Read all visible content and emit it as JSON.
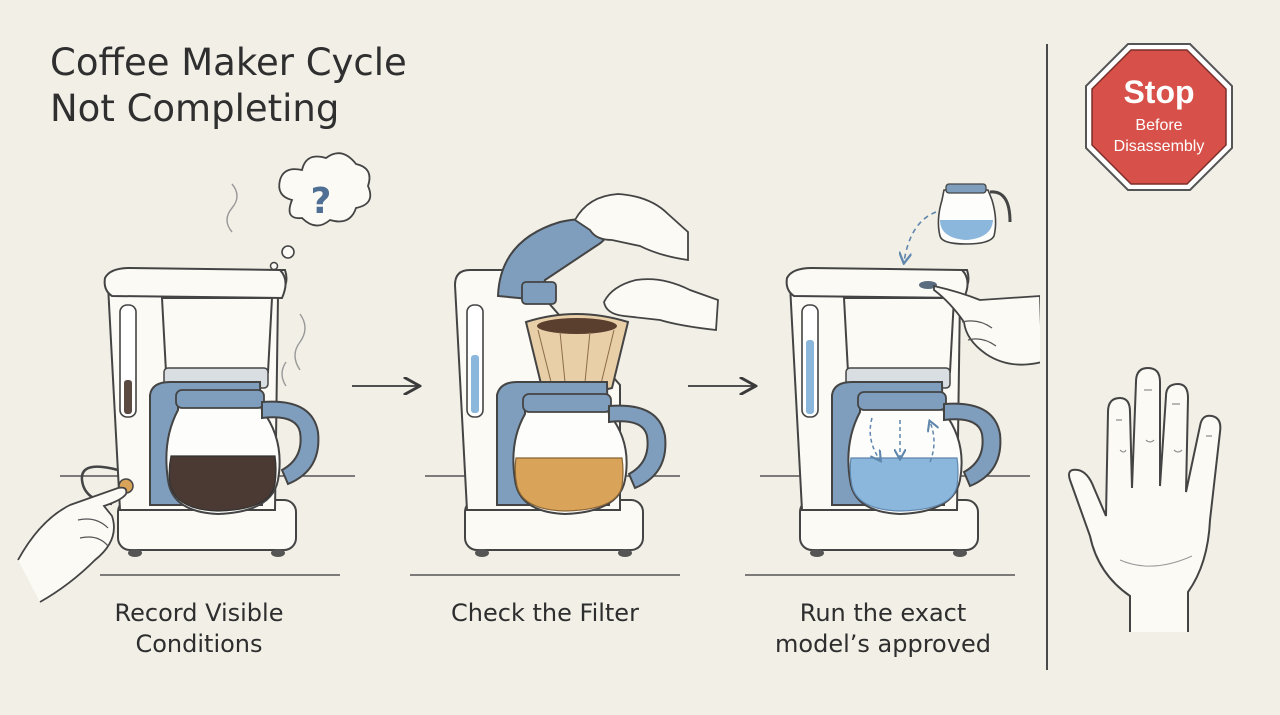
{
  "title": {
    "line1": "Coffee Maker Cycle",
    "line2": "Not Completing"
  },
  "steps": [
    {
      "caption_line1": "Record Visible",
      "caption_line2": "Conditions"
    },
    {
      "caption_line1": "Check the Filter",
      "caption_line2": ""
    },
    {
      "caption_line1": "Run the exact",
      "caption_line2": "model’s approved"
    }
  ],
  "stop_sign": {
    "main": "Stop",
    "sub_line1": "Before",
    "sub_line2": "Disassembly",
    "color": "#d7514a"
  },
  "icons": [
    "question-thought-bubble-icon",
    "arrow-right-icon",
    "stop-hand-icon"
  ],
  "colors": {
    "accent_blue": "#7f9ebd",
    "water_blue": "#8cb7dc",
    "coffee_dark": "#4a3a33",
    "coffee_amber": "#d9a35a"
  }
}
